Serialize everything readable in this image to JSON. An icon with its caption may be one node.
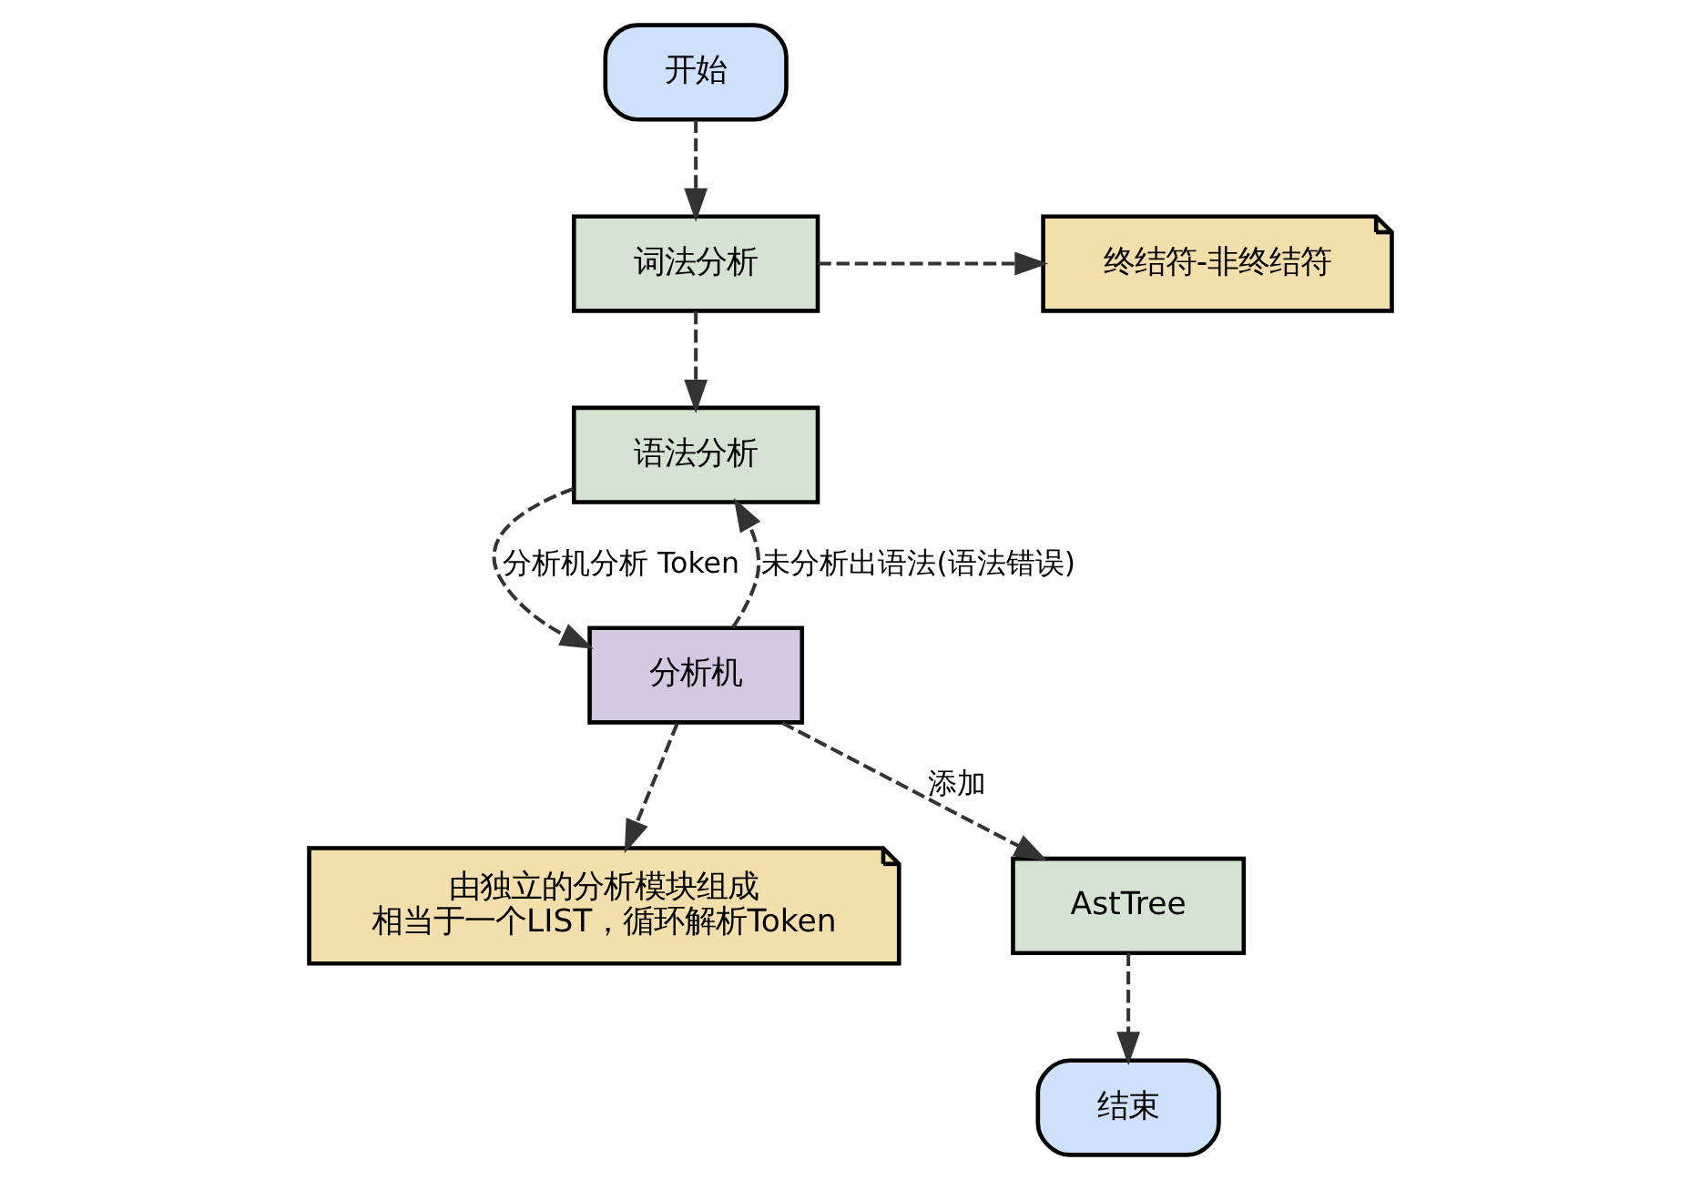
{
  "diagram": {
    "nodes": [
      {
        "text": [
          "开始"
        ]
      },
      {
        "text": [
          "终结符-非终结符"
        ]
      },
      {
        "text": [
          "词法分析"
        ]
      },
      {
        "text": [
          "语法分析"
        ]
      },
      {
        "text": [
          "分析机"
        ]
      },
      {
        "text": [
          "由独立的分析模块组成",
          "相当于一个LIST，循环解析Token"
        ]
      },
      {
        "text": [
          "AstTree"
        ]
      },
      {
        "text": [
          "结束"
        ]
      }
    ],
    "edges": [
      {
        "from": 0,
        "to": 2,
        "arrow": "to",
        "style": "dashed"
      },
      {
        "from": 2,
        "to": 1,
        "arrow": "to",
        "style": "dashed"
      },
      {
        "from": 2,
        "to": 3,
        "arrow": "to",
        "style": "dashed"
      },
      {
        "from": 3,
        "to": 4,
        "arrow": "to",
        "style": "dashed",
        "label": "分析机分析 Token"
      },
      {
        "from": 4,
        "to": 3,
        "arrow": "to",
        "style": "dashed",
        "label": "未分析出语法(语法错误)"
      },
      {
        "from": 4,
        "to": 5,
        "arrow": "to",
        "style": "dashed"
      },
      {
        "from": 4,
        "to": 6,
        "arrow": "to",
        "style": "dashed",
        "label": "添加"
      },
      {
        "from": 6,
        "to": 7,
        "arrow": "to",
        "style": "dashed"
      }
    ]
  }
}
